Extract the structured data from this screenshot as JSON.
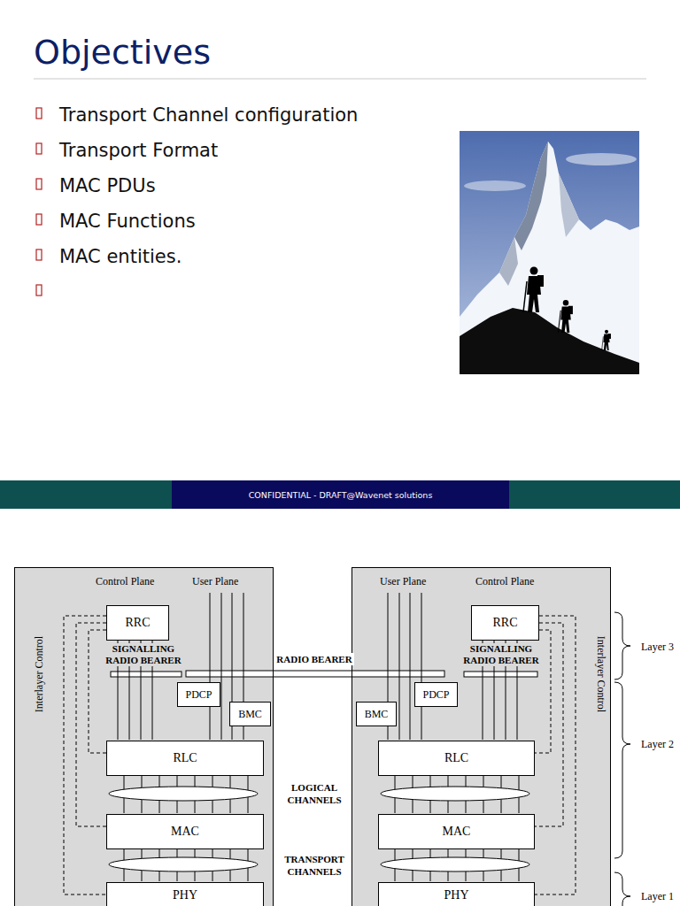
{
  "diagram": {
    "title": "Objectives",
    "nodes": [
      {
        "text": [
          "CONFIDENTIAL - DRAFT@Wavenet solutions"
        ]
      },
      {
        "text": [
          "Control Plane",
          "User Plane",
          "Interlayer Control"
        ]
      },
      {
        "text": [
          "RRC"
        ],
        "in": 1
      },
      {
        "text": [
          "PDCP"
        ],
        "in": 1
      },
      {
        "text": [
          "BMC"
        ],
        "in": 1
      },
      {
        "text": [
          "RLC"
        ],
        "in": 1
      },
      {
        "text": [
          "MAC"
        ],
        "in": 1
      },
      {
        "text": [
          "PHY"
        ],
        "in": 1
      },
      {
        "text": [
          "User Plane",
          "Control Plane",
          "Interlayer Control"
        ]
      },
      {
        "text": [
          "RRC"
        ],
        "in": 8
      },
      {
        "text": [
          "PDCP"
        ],
        "in": 8
      },
      {
        "text": [
          "BMC"
        ],
        "in": 8
      },
      {
        "text": [
          "RLC"
        ],
        "in": 8
      },
      {
        "text": [
          "MAC"
        ],
        "in": 8
      },
      {
        "text": [
          "PHY"
        ],
        "in": 8
      }
    ],
    "edges": [
      {
        "from": 2,
        "to": 5,
        "arrow": "none"
      },
      {
        "from": 2,
        "to": 6,
        "arrow": "none"
      },
      {
        "from": 2,
        "to": 7,
        "arrow": "none"
      },
      {
        "from": 9,
        "to": 12,
        "arrow": "none"
      },
      {
        "from": 9,
        "to": 13,
        "arrow": "none"
      },
      {
        "from": 9,
        "to": 14,
        "arrow": "none"
      }
    ],
    "labels": [
      "Transport Channel configuration",
      "Transport Format",
      "MAC PDUs",
      "MAC Functions",
      "MAC entities.",
      "SIGNALLING RADIO BEARER",
      "RADIO BEARER",
      "SIGNALLING RADIO BEARER",
      "LOGICAL CHANNELS",
      "TRANSPORT CHANNELS",
      "Layer 3",
      "Layer 2",
      "Layer 1"
    ]
  }
}
